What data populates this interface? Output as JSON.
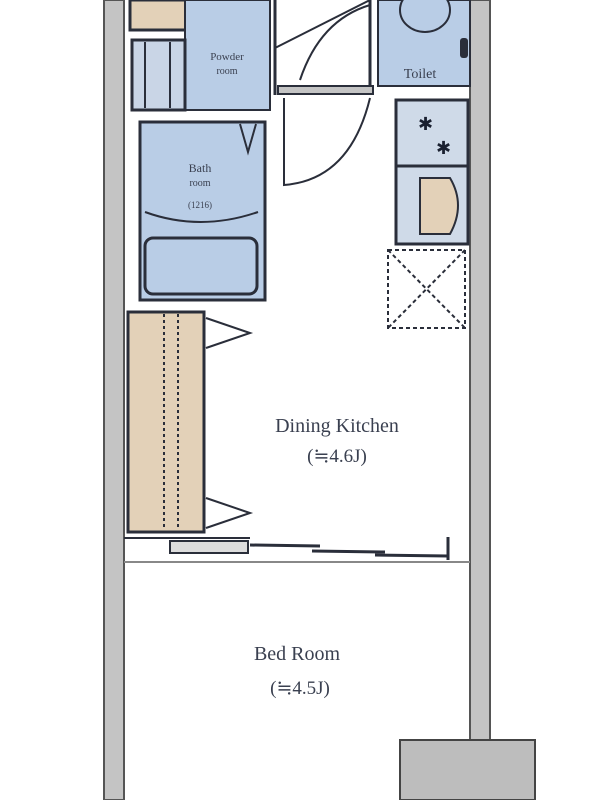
{
  "rooms": {
    "powder_room": {
      "line1": "Powder",
      "line2": "room"
    },
    "toilet": {
      "label": "Toilet"
    },
    "bath_room": {
      "line1": "Bath",
      "line2": "room",
      "line3": "(1216)"
    },
    "dining_kitchen": {
      "label": "Dining Kitchen",
      "size": "(≒4.6J)"
    },
    "bed_room": {
      "label": "Bed Room",
      "size": "(≒4.5J)"
    }
  },
  "colors": {
    "wet_area": "#b9cde6",
    "storage": "#e3d1b8",
    "wall": "#c4c4c4",
    "line": "#2a2e3a"
  }
}
